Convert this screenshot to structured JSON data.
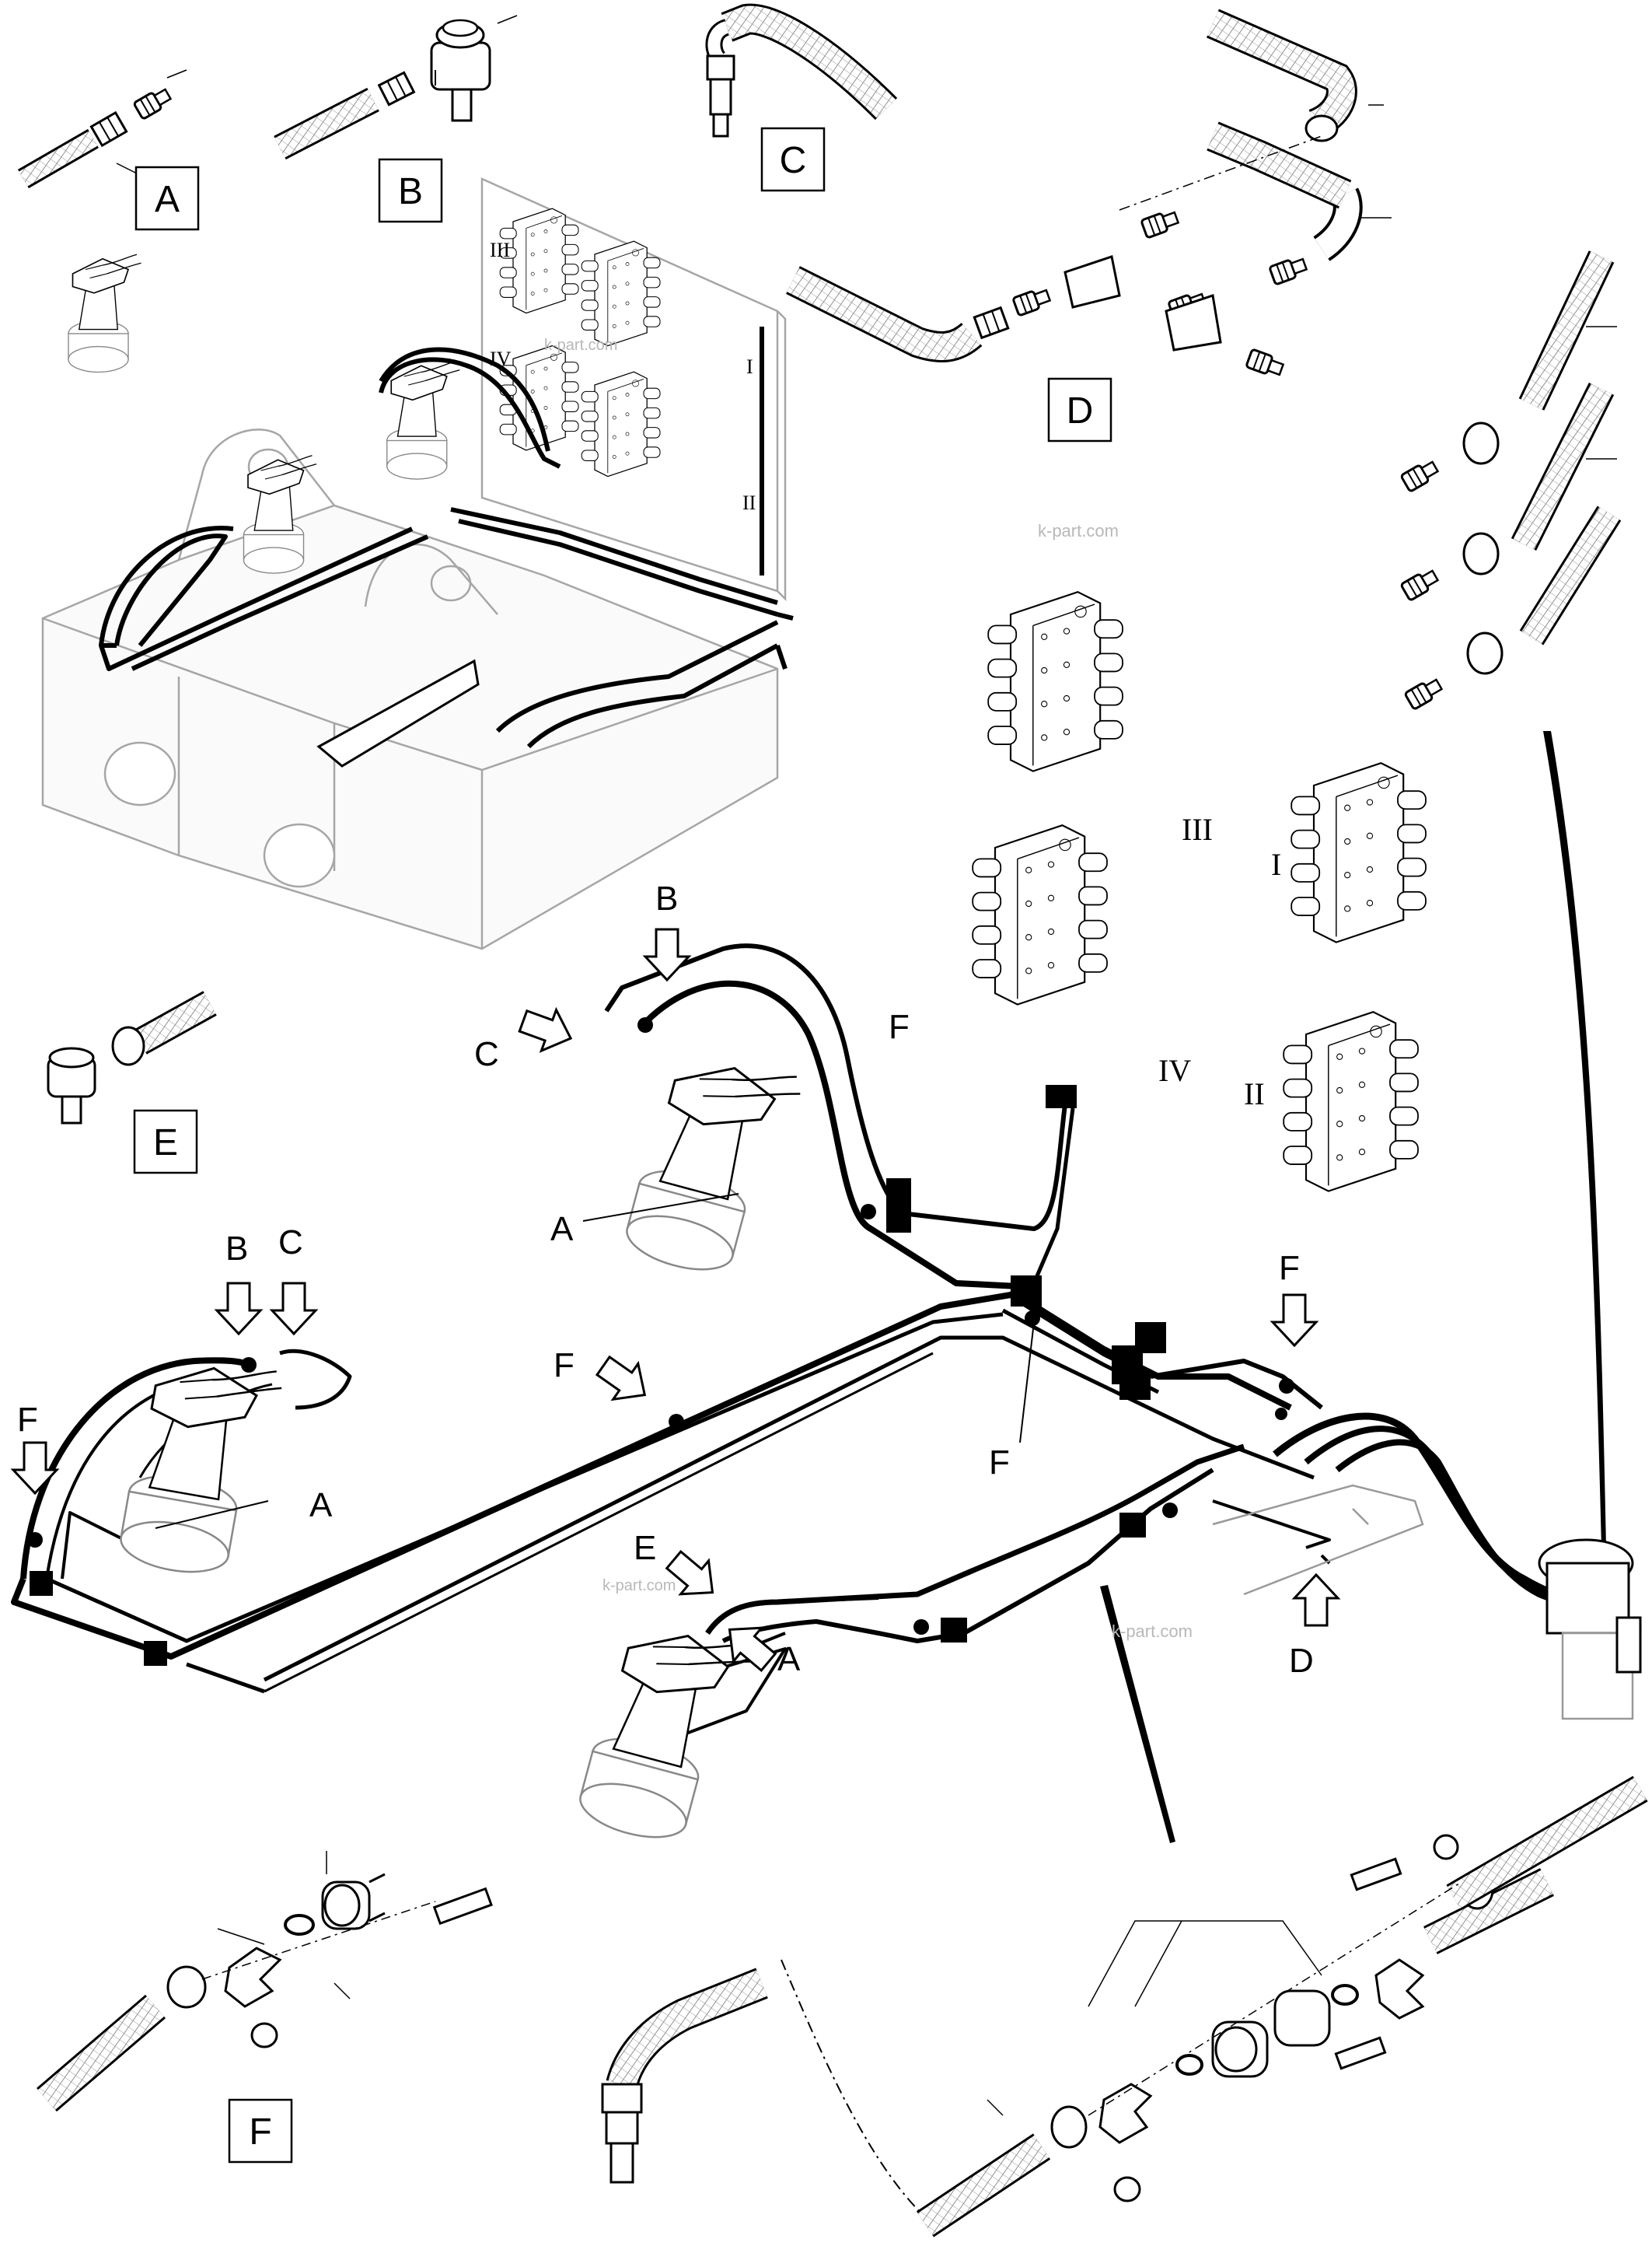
{
  "watermark": "k-part.com",
  "detail_labels": {
    "A": "A",
    "B": "B",
    "C": "C",
    "D": "D",
    "E": "E",
    "F": "F"
  },
  "callouts": {
    "A": "A",
    "B": "B",
    "C": "C",
    "D": "D",
    "E": "E",
    "F": "F"
  },
  "roman_numerals": {
    "one": "I",
    "two": "II",
    "three": "III",
    "four": "IV"
  },
  "colors": {
    "ink": "#000000",
    "grey_outline": "#a6a6a6",
    "watermark": "#b8b8b8"
  }
}
